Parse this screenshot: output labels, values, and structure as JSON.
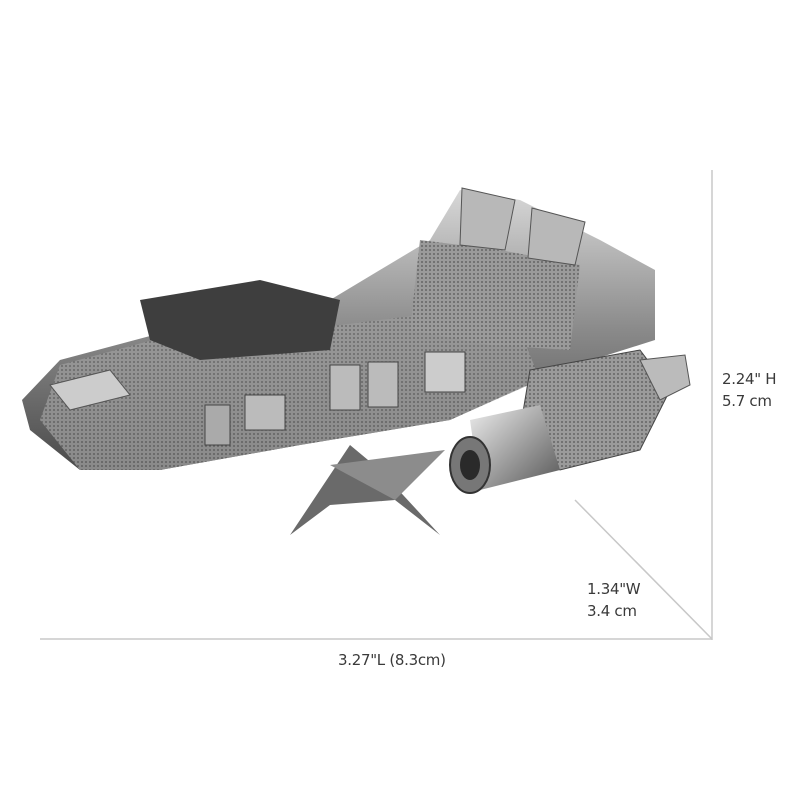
{
  "product": {
    "height_label": "2.24\" H",
    "height_metric": "5.7 cm",
    "width_label": "1.34\"W",
    "width_metric": "3.4 cm",
    "length_label": "3.27\"L (8.3cm)"
  },
  "colors": {
    "guide_line": "#c8c8c8",
    "metal_dark": "#4a4a4a",
    "metal_mid": "#8a8a8a",
    "metal_light": "#d0d0d0"
  }
}
